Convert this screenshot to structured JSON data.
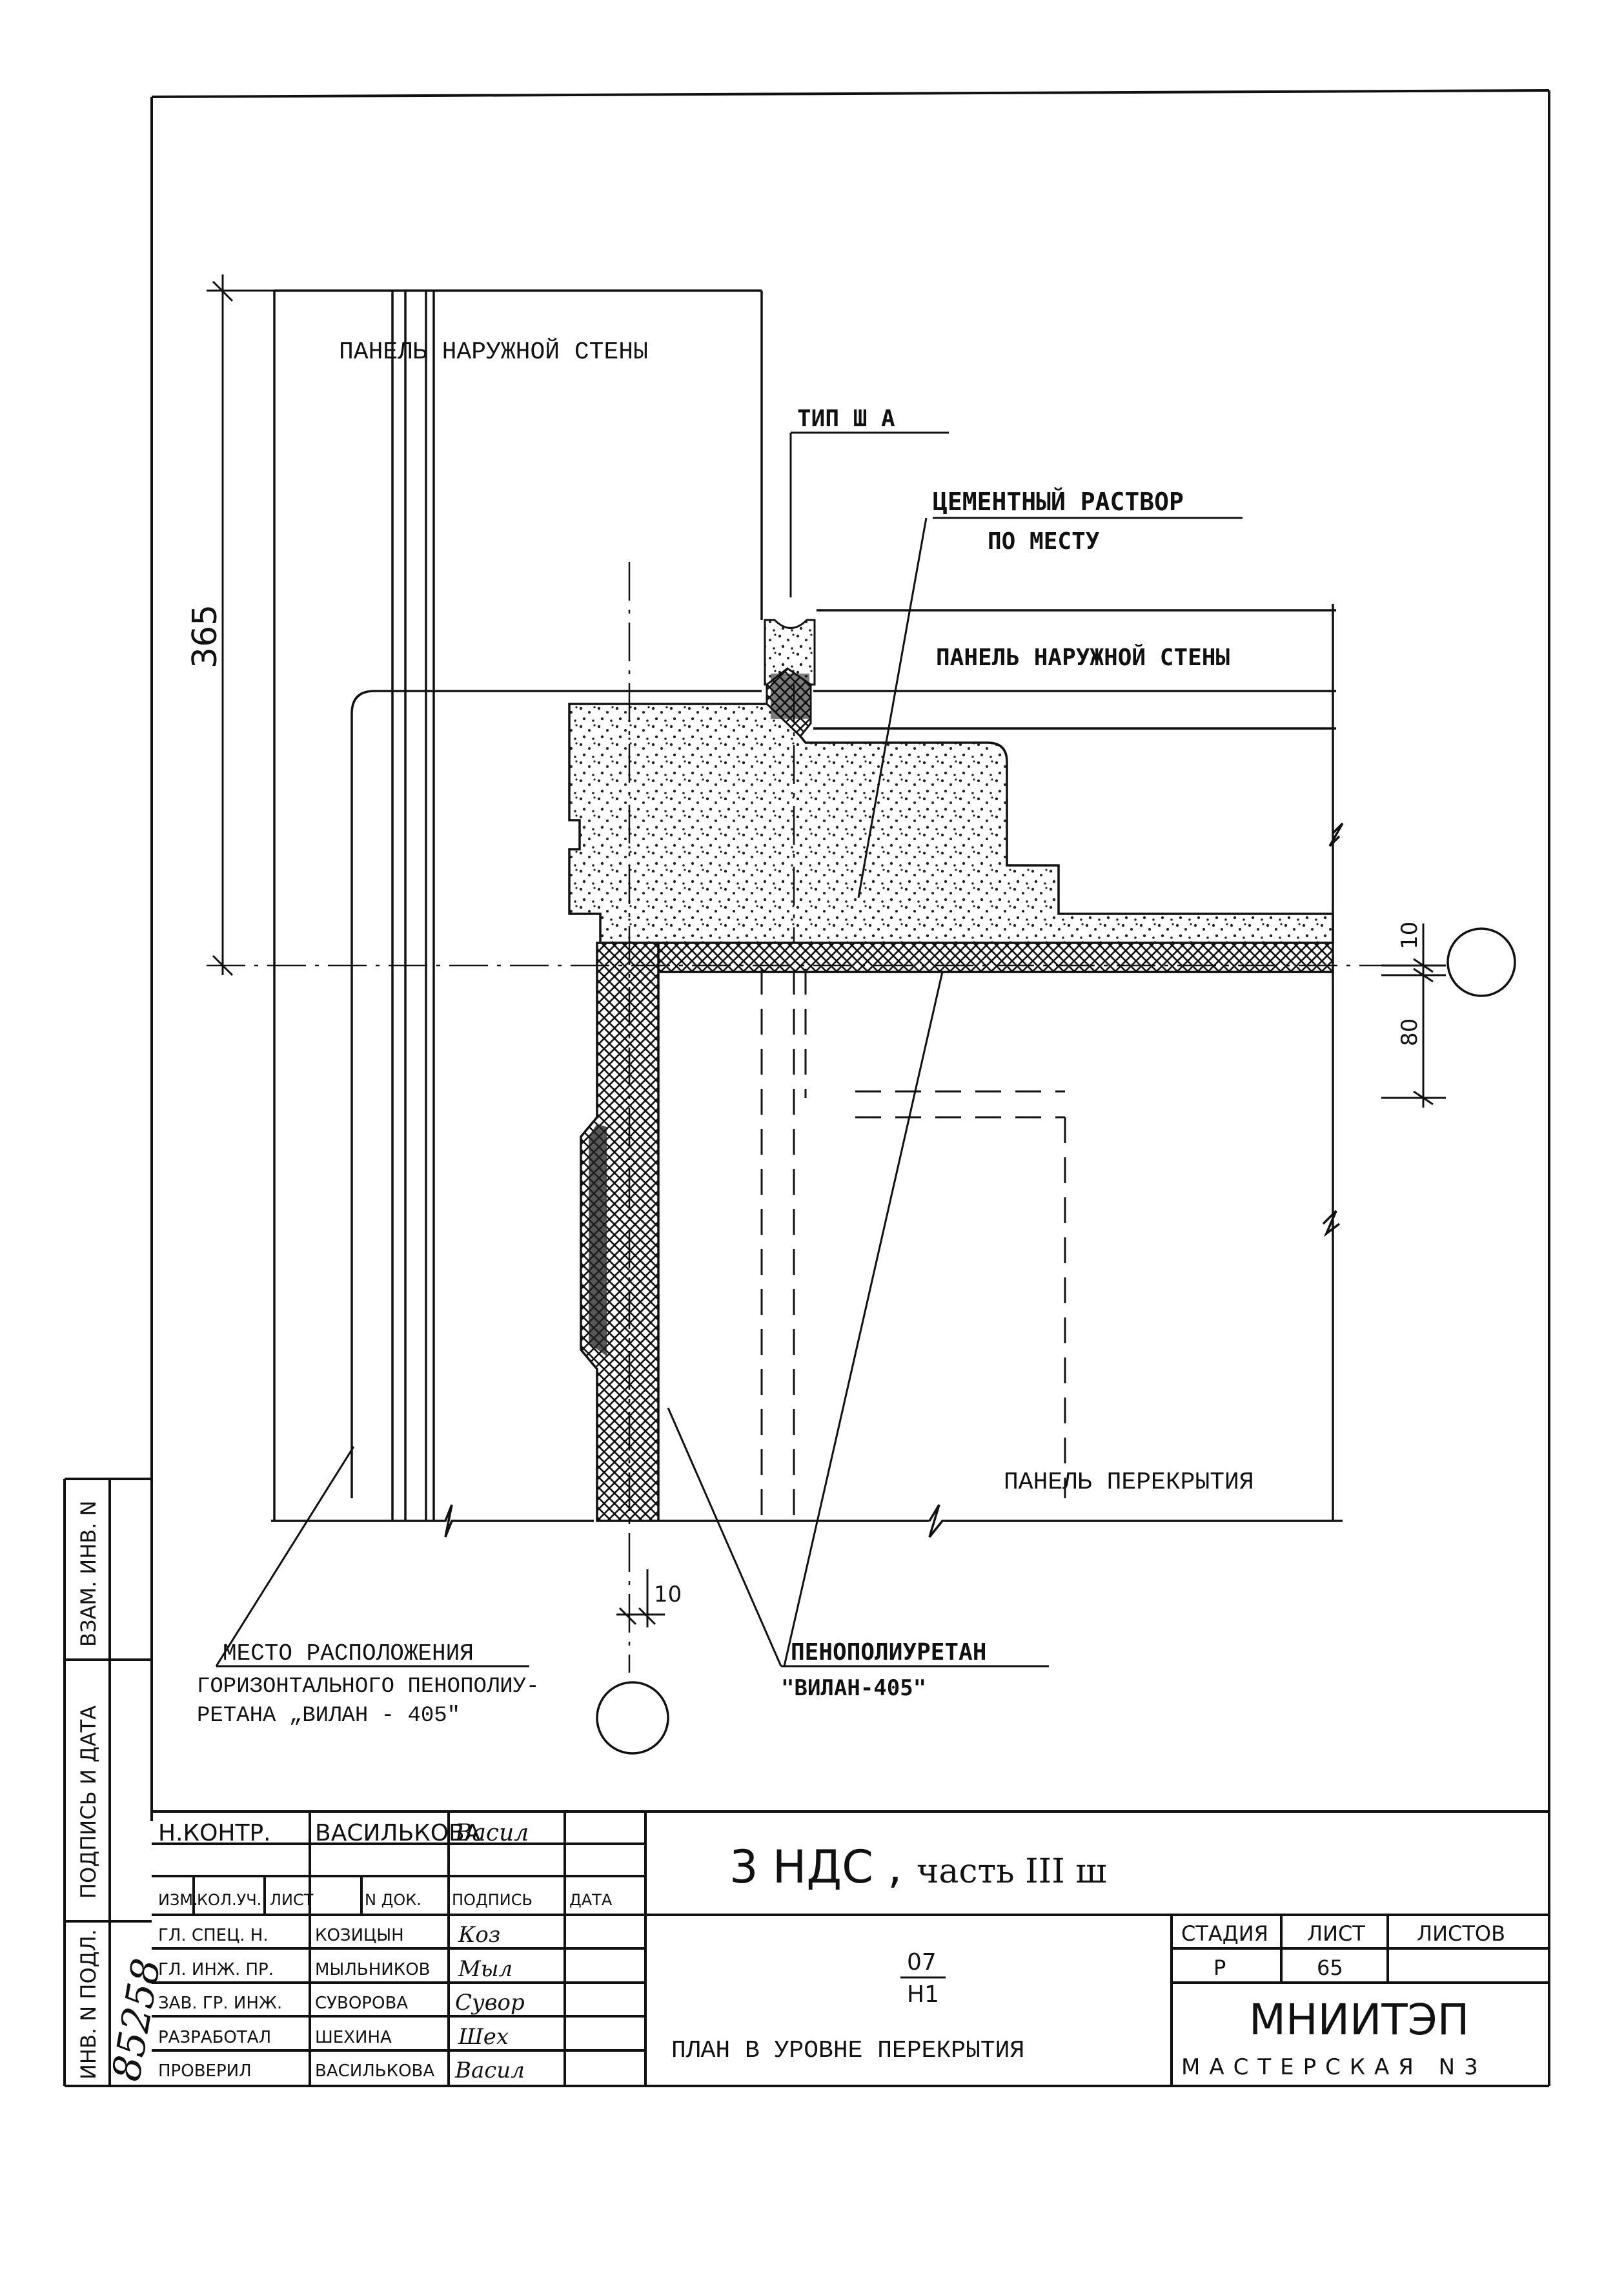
{
  "drawing": {
    "panel_outer_wall_left": "ПАНЕЛЬ НАРУЖНОЙ СТЕНЫ",
    "type_label": "ТИП Ш А",
    "cement_label": "ЦЕМЕНТНЫЙ РАСТВОР",
    "cement_label_2": "ПО МЕСТУ",
    "panel_outer_wall_right": "ПАНЕЛЬ НАРУЖНОЙ СТЕНЫ",
    "floor_panel": "ПАНЕЛЬ ПЕРЕКРЫТИЯ",
    "location_line1": "МЕСТО РАСПОЛОЖЕНИЯ",
    "location_line2": "ГОРИЗОНТАЛЬНОГО ПЕНОПОЛИУ-",
    "location_line3": "РЕТАНА „ВИЛАН - 405\"",
    "ppu_line1": "ПЕНОПОЛИУРЕТАН",
    "ppu_line2": "\"ВИЛАН-405\"",
    "dim_365": "365",
    "dim_10_right": "10",
    "dim_80": "80",
    "dim_10_bottom": "10"
  },
  "side_stamp": {
    "vzam_inv": "ВЗАМ. ИНВ. N",
    "podpis_data": "ПОДПИСЬ И ДАТА",
    "inv_podl": "ИНВ. N ПОДЛ.",
    "inv_number": "85258"
  },
  "title_block": {
    "designation": "3 НДС ,",
    "part": "часть III ш",
    "n_kontr_role": "Н.КОНТР.",
    "n_kontr_name": "ВАСИЛЬКОВА",
    "col_izm": "ИЗМ.",
    "col_kol": "КОЛ.УЧ.",
    "col_list": "ЛИСТ",
    "col_ndok": "N ДОК.",
    "col_podpis": "ПОДПИСЬ",
    "col_data": "ДАТА",
    "rows": [
      {
        "role": "ГЛ. СПЕЦ. Н.",
        "name": "КОЗИЦЫН",
        "sign": "Коз"
      },
      {
        "role": "ГЛ. ИНЖ. ПР.",
        "name": "МЫЛЬНИКОВ",
        "sign": "Мыл"
      },
      {
        "role": "ЗАВ. ГР. ИНЖ.",
        "name": "СУВОРОВА",
        "sign": "Сувор"
      },
      {
        "role": "РАЗРАБОТАЛ",
        "name": "ШЕХИНА",
        "sign": "Шех"
      },
      {
        "role": "ПРОВЕРИЛ",
        "name": "ВАСИЛЬКОВА",
        "sign": "Васил"
      }
    ],
    "n_kontr_sign": "Васил",
    "sheet_num_top": "07",
    "sheet_num_bottom": "Н1",
    "sheet_title": "ПЛАН В УРОВНЕ ПЕРЕКРЫТИЯ",
    "stage_header": "СТАДИЯ",
    "list_header": "ЛИСТ",
    "listov_header": "ЛИСТОВ",
    "stage_value": "Р",
    "list_value": "65",
    "org_name": "МНИИТЭП",
    "org_sub": "МАСТЕРСКАЯ N3"
  }
}
